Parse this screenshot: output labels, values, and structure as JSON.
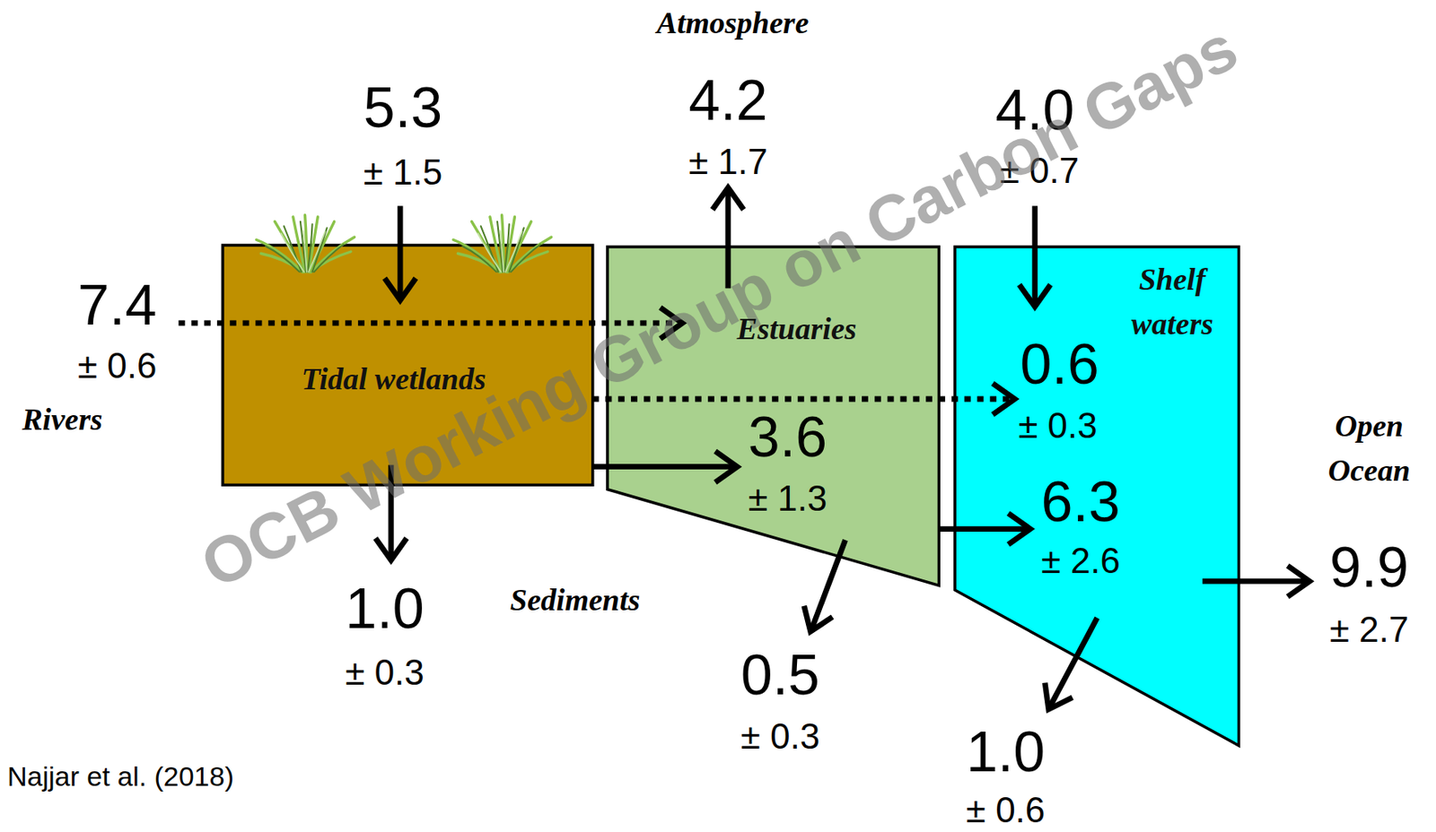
{
  "diagram": {
    "caption": "Najjar et al. (2018)",
    "nodes": [
      {
        "text": [
          "Tidal wetlands"
        ]
      },
      {
        "text": [
          "Estuaries"
        ]
      },
      {
        "text": [
          "Shelf waters"
        ]
      }
    ],
    "edges": [
      {
        "from": 0,
        "to": 1,
        "arrow": "to"
      },
      {
        "from": 0,
        "to": 2,
        "arrow": "to"
      },
      {
        "from": 1,
        "to": 2,
        "arrow": "to"
      }
    ],
    "labels": [
      "Atmosphere",
      "5.3",
      "± 1.5",
      "4.2",
      "± 1.7",
      "4.0",
      "± 0.7",
      "7.4",
      "± 0.6",
      "Rivers",
      "0.6",
      "± 0.3",
      "3.6",
      "± 1.3",
      "6.3",
      "± 2.6",
      "Open Ocean",
      "9.9",
      "± 2.7",
      "1.0",
      "± 0.3",
      "Sediments",
      "0.5",
      "± 0.3",
      "1.0",
      "± 0.6",
      "OCB Working Group on Carbon Gaps"
    ]
  }
}
